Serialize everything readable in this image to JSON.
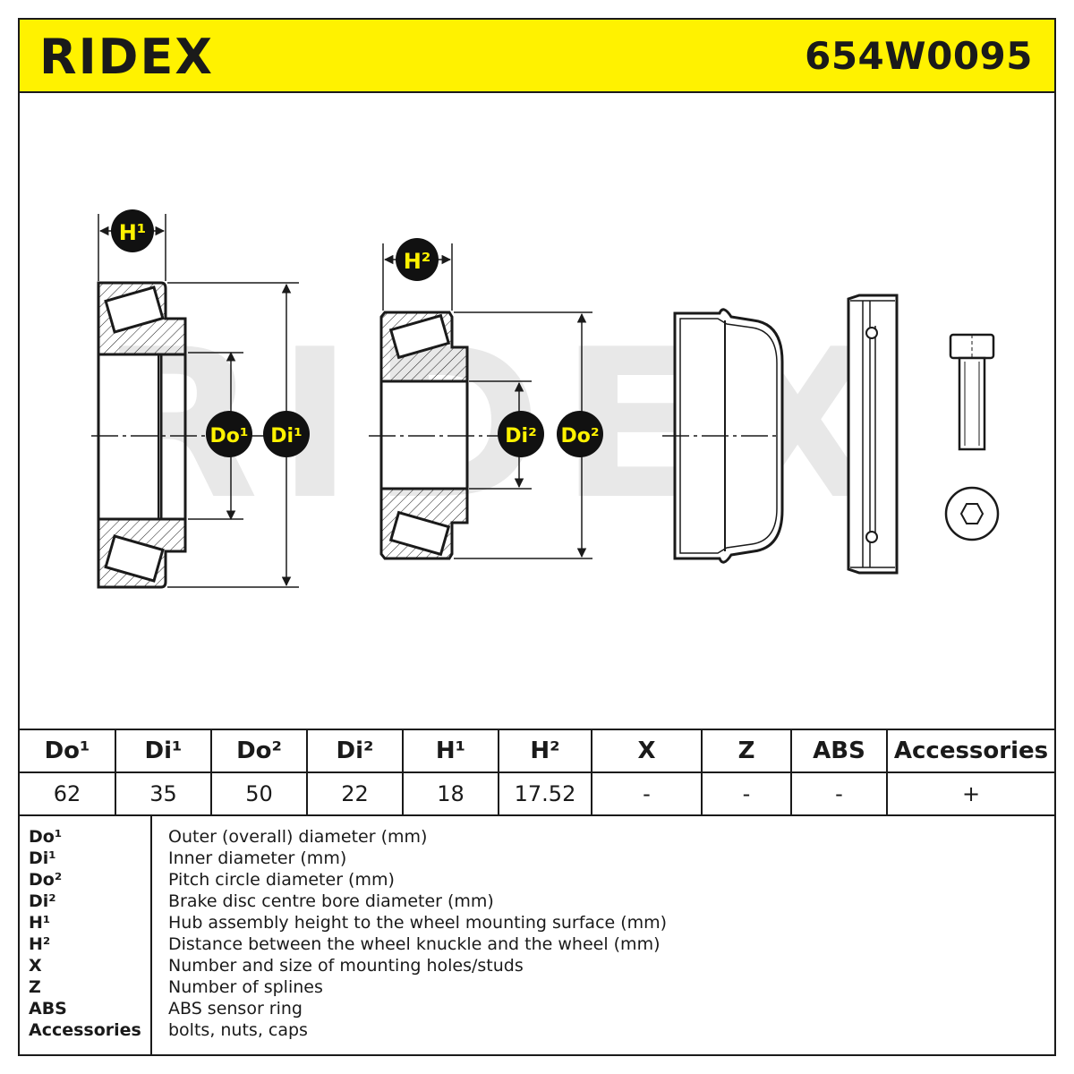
{
  "header": {
    "brand": "RIDEX",
    "part_number": "654W0095",
    "background_color": "#fff200"
  },
  "drawing": {
    "watermark": "RIDEX",
    "labels": {
      "h1": "H¹",
      "h2": "H²",
      "do1": "Do¹",
      "di1": "Di¹",
      "di2": "Di²",
      "do2": "Do²"
    },
    "label_fill": "#fff200",
    "badge_fill": "#111111"
  },
  "table": {
    "headers": [
      "Do¹",
      "Di¹",
      "Do²",
      "Di²",
      "H¹",
      "H²",
      "X",
      "Z",
      "ABS",
      "Accessories"
    ],
    "values": [
      "62",
      "35",
      "50",
      "22",
      "18",
      "17.52",
      "-",
      "-",
      "-",
      "+"
    ]
  },
  "legend": [
    {
      "key": "Do¹",
      "desc": "Outer (overall) diameter (mm)"
    },
    {
      "key": "Di¹",
      "desc": "Inner diameter (mm)"
    },
    {
      "key": "Do²",
      "desc": "Pitch circle diameter (mm)"
    },
    {
      "key": "Di²",
      "desc": "Brake disc centre bore diameter (mm)"
    },
    {
      "key": "H¹",
      "desc": "Hub assembly height to the wheel mounting surface (mm)"
    },
    {
      "key": "H²",
      "desc": "Distance between the wheel knuckle and the wheel (mm)"
    },
    {
      "key": "X",
      "desc": "Number and size of mounting holes/studs"
    },
    {
      "key": "Z",
      "desc": "Number of splines"
    },
    {
      "key": "ABS",
      "desc": "ABS sensor ring"
    },
    {
      "key": "Accessories",
      "desc": "bolts, nuts, caps"
    }
  ]
}
